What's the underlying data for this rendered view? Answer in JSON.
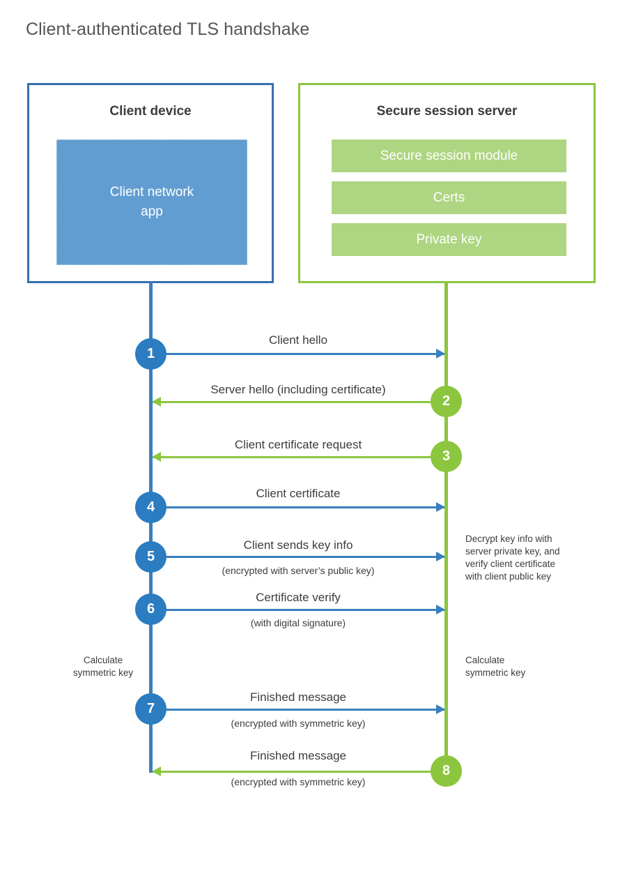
{
  "title": "Client-authenticated TLS handshake",
  "colors": {
    "client_blue": "#3570b0",
    "client_line": "#3a7fbf",
    "client_badge": "#2b7cc0",
    "client_app_fill": "#629dd1",
    "server_green": "#8cc63e",
    "server_bar_fill": "#aed581",
    "text": "#3c3c3c",
    "title_text": "#545454"
  },
  "client": {
    "title": "Client device",
    "app_label": "Client network\napp"
  },
  "server": {
    "title": "Secure session server",
    "modules": [
      {
        "label": "Secure session module"
      },
      {
        "label": "Certs"
      },
      {
        "label": "Private key"
      }
    ]
  },
  "chart_data": {
    "type": "sequence-diagram",
    "participants": [
      "Client device",
      "Secure session server"
    ],
    "steps": [
      {
        "number": "1",
        "label": "Client hello",
        "sub": "",
        "direction": "client-to-server",
        "color": "blue"
      },
      {
        "number": "2",
        "label": "Server hello (including certificate)",
        "sub": "",
        "direction": "server-to-client",
        "color": "green"
      },
      {
        "number": "3",
        "label": "Client certificate request",
        "sub": "",
        "direction": "server-to-client",
        "color": "green"
      },
      {
        "number": "4",
        "label": "Client certificate",
        "sub": "",
        "direction": "client-to-server",
        "color": "blue"
      },
      {
        "number": "5",
        "label": "Client sends key info",
        "sub": "(encrypted with server’s public key)",
        "direction": "client-to-server",
        "color": "blue"
      },
      {
        "number": "6",
        "label": "Certificate verify",
        "sub": "(with digital signature)",
        "direction": "client-to-server",
        "color": "blue"
      },
      {
        "number": "7",
        "label": "Finished message",
        "sub": "(encrypted with symmetric key)",
        "direction": "client-to-server",
        "color": "blue"
      },
      {
        "number": "8",
        "label": "Finished message",
        "sub": "(encrypted with symmetric key)",
        "direction": "server-to-client",
        "color": "green"
      }
    ]
  },
  "notes": {
    "server_decrypt": "Decrypt key info with\nserver private key, and\nverify client certificate\nwith client public key",
    "client_calc": "Calculate\nsymmetric key",
    "server_calc": "Calculate\nsymmetric key"
  }
}
